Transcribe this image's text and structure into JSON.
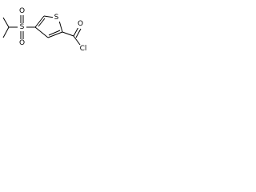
{
  "molecule": {
    "atoms": {
      "sulfonyl_sulfur": "S",
      "sulfonyl_oxygen_top": "O",
      "sulfonyl_oxygen_bottom": "O",
      "ring_sulfur": "S",
      "carbonyl_oxygen": "O",
      "chlorine": "Cl"
    }
  }
}
